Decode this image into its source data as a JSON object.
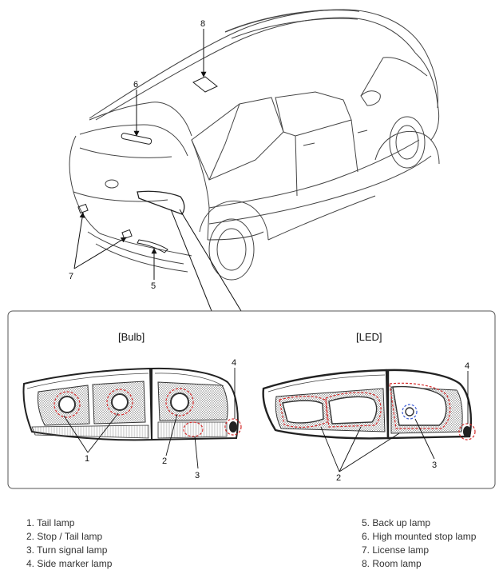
{
  "callouts": {
    "c1": "1",
    "c2": "2",
    "c3": "3",
    "c4": "4",
    "c5": "5",
    "c6": "6",
    "c7": "7",
    "c8": "8",
    "bulb_1": "1",
    "bulb_2": "2",
    "bulb_3": "3",
    "bulb_4": "4",
    "led_2": "2",
    "led_3": "3",
    "led_4": "4"
  },
  "panels": {
    "bulb_title": "[Bulb]",
    "led_title": "[LED]"
  },
  "legend": {
    "left": [
      "1. Tail lamp",
      "2. Stop / Tail lamp",
      "3. Turn signal lamp",
      "4. Side marker lamp"
    ],
    "right": [
      "5. Back up lamp",
      "6. High mounted stop lamp",
      "7. License lamp",
      "8. Room lamp"
    ]
  },
  "colors": {
    "line": "#444444",
    "highlight_red": "#d42a2a",
    "highlight_blue": "#3a5bd6"
  }
}
